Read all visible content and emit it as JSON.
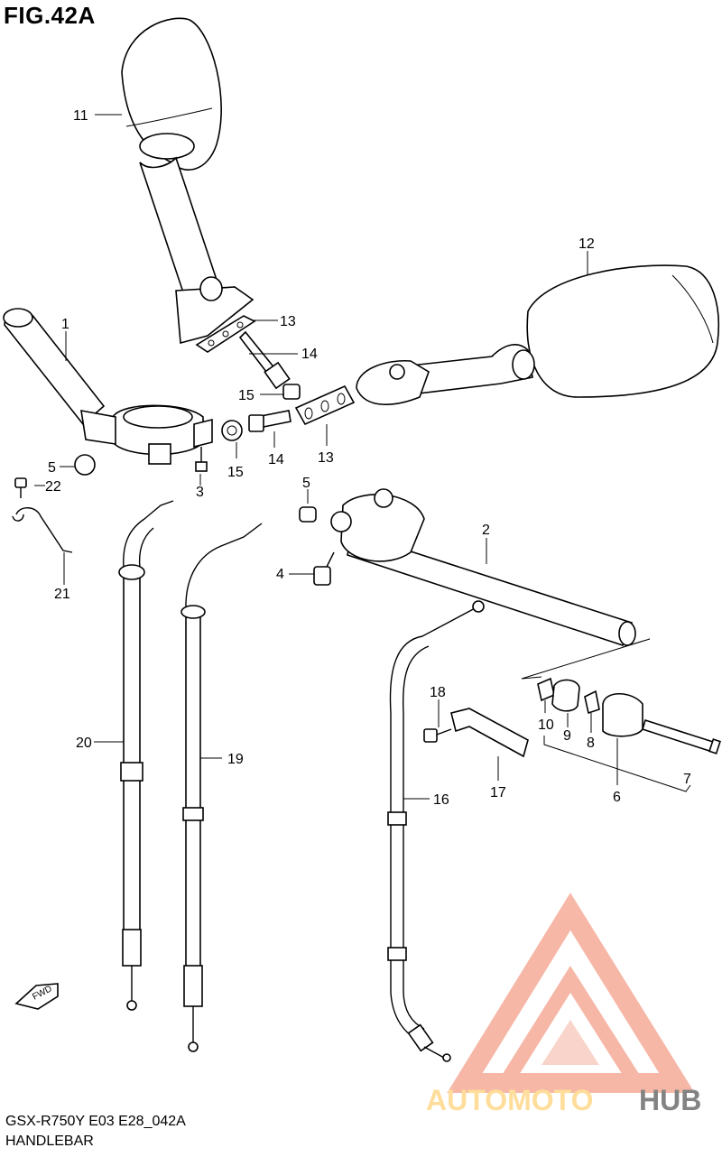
{
  "figure": {
    "title": "FIG.42A",
    "model_code": "GSX-R750Y E03 E28_042A",
    "section_name": "HANDLEBAR"
  },
  "callouts": [
    {
      "id": "c1",
      "label": "1"
    },
    {
      "id": "c2",
      "label": "2"
    },
    {
      "id": "c3",
      "label": "3"
    },
    {
      "id": "c4",
      "label": "4"
    },
    {
      "id": "c5a",
      "label": "5"
    },
    {
      "id": "c5b",
      "label": "5"
    },
    {
      "id": "c6",
      "label": "6"
    },
    {
      "id": "c7",
      "label": "7"
    },
    {
      "id": "c8",
      "label": "8"
    },
    {
      "id": "c9",
      "label": "9"
    },
    {
      "id": "c10",
      "label": "10"
    },
    {
      "id": "c11",
      "label": "11"
    },
    {
      "id": "c12",
      "label": "12"
    },
    {
      "id": "c13a",
      "label": "13"
    },
    {
      "id": "c13b",
      "label": "13"
    },
    {
      "id": "c14a",
      "label": "14"
    },
    {
      "id": "c14b",
      "label": "14"
    },
    {
      "id": "c15a",
      "label": "15"
    },
    {
      "id": "c15b",
      "label": "15"
    },
    {
      "id": "c16",
      "label": "16"
    },
    {
      "id": "c17",
      "label": "17"
    },
    {
      "id": "c18",
      "label": "18"
    },
    {
      "id": "c19",
      "label": "19"
    },
    {
      "id": "c20",
      "label": "20"
    },
    {
      "id": "c21",
      "label": "21"
    },
    {
      "id": "c22",
      "label": "22"
    }
  ],
  "direction_marker": {
    "label": "FWD",
    "icon": "forward-arrow-icon"
  },
  "watermark": {
    "part1": "AUTOMOTO",
    "part2": "HUB",
    "color_primary": "#f4a08a",
    "color_secondary": "#ffd27a",
    "color_dark": "#5a5a5a",
    "icon": "triangle-logo-icon"
  }
}
